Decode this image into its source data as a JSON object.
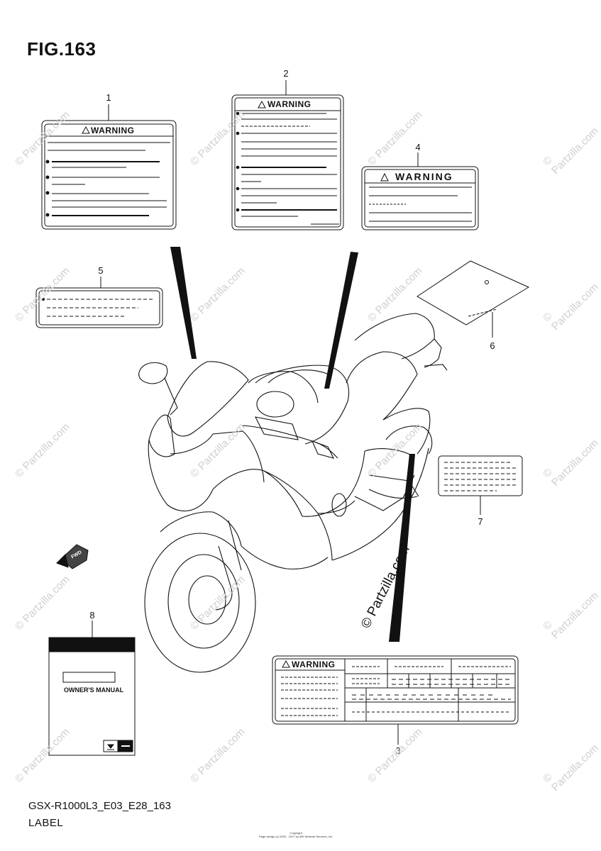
{
  "figure": {
    "title": "FIG.163",
    "model_code": "GSX-R1000L3_E03_E28_163",
    "section": "LABEL",
    "copyright_line1": "Copyright",
    "copyright_line2": "Page design (c) 2004 - 2017 by ARI Network Services, Inc."
  },
  "watermark": {
    "text": "© Partzilla.com",
    "center_text": "© Partzilla.com"
  },
  "callouts": [
    "1",
    "2",
    "3",
    "4",
    "5",
    "6",
    "7",
    "8"
  ],
  "labels": {
    "warning_title": "WARNING",
    "manual_title": "OWNER'S MANUAL",
    "direction_marker": "FWD"
  },
  "colors": {
    "ink": "#111111",
    "watermark": "#cfcfcf",
    "background": "#ffffff"
  }
}
